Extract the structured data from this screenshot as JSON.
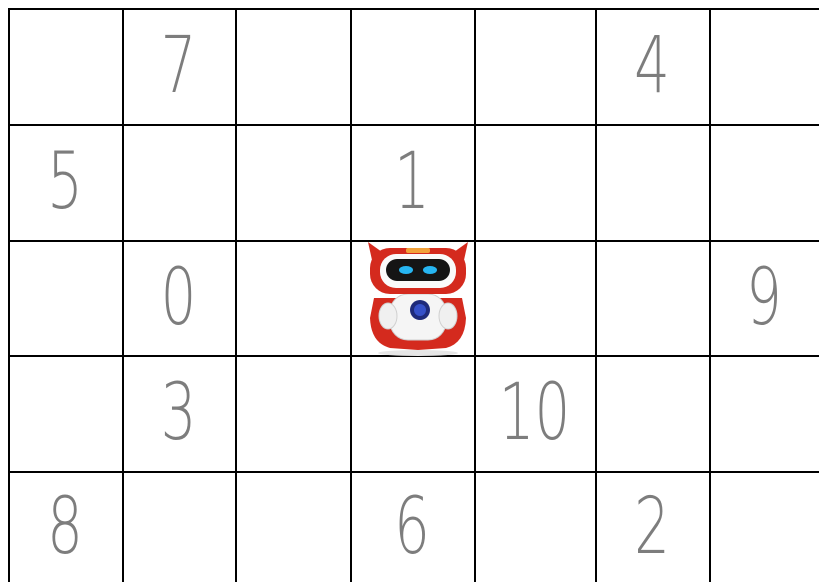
{
  "grid": {
    "rows": 5,
    "columns": 7,
    "cells": [
      {
        "label": "7",
        "row": 0,
        "col": 1
      },
      {
        "label": "4",
        "row": 0,
        "col": 5
      },
      {
        "label": "5",
        "row": 1,
        "col": 0
      },
      {
        "label": "1",
        "row": 1,
        "col": 3
      },
      {
        "label": "0",
        "row": 2,
        "col": 1
      },
      {
        "label": "9",
        "row": 2,
        "col": 6
      },
      {
        "label": "3",
        "row": 3,
        "col": 1
      },
      {
        "label": "10",
        "row": 3,
        "col": 4
      },
      {
        "label": "8",
        "row": 4,
        "col": 0
      },
      {
        "label": "6",
        "row": 4,
        "col": 3
      },
      {
        "label": "2",
        "row": 4,
        "col": 5
      }
    ]
  },
  "robot": {
    "row": 2,
    "col": 3,
    "icon": "robot-icon"
  },
  "colors": {
    "lines": "#000000",
    "numbers": "#7d7d7d",
    "robot_red": "#d42a1e",
    "robot_eyes": "#27b6f2"
  }
}
